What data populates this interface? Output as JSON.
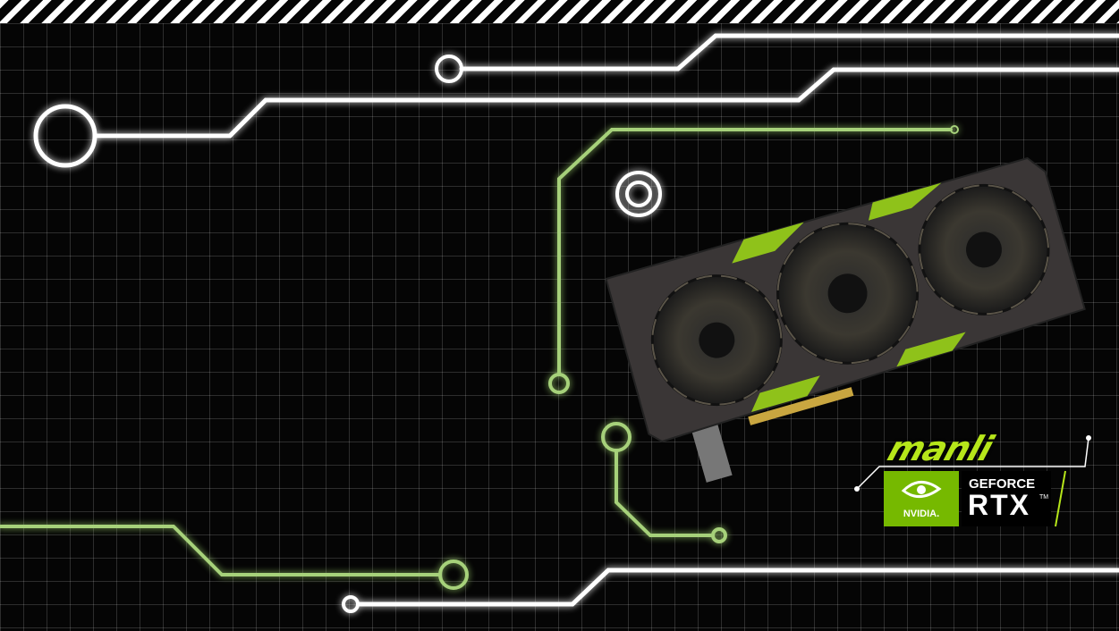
{
  "brand": {
    "maker": "manli",
    "nvidia": "NVIDIA.",
    "geforce": "GEFORCE",
    "rtx": "RTX",
    "tm": "TM"
  },
  "icons": {
    "fan": "fan-icon",
    "nvidia_eye": "nvidia-eye-icon"
  },
  "colors": {
    "background": "#050505",
    "accent_green": "#b6e61a",
    "nvidia_green": "#76b900",
    "circuit_green": "#a6d17a",
    "circuit_white": "#ffffff"
  }
}
